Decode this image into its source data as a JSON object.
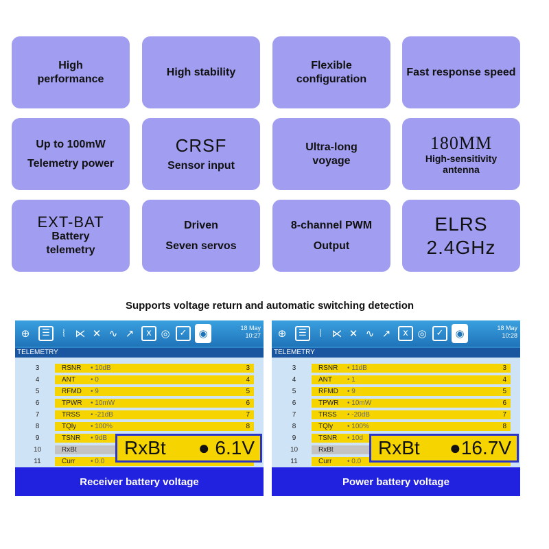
{
  "features": {
    "t1": [
      "High",
      "performance"
    ],
    "t2": [
      "High stability"
    ],
    "t3": [
      "Flexible",
      "configuration"
    ],
    "t4": [
      "Fast response speed"
    ],
    "t5": [
      "Up to 100mW",
      "Telemetry power"
    ],
    "t6": [
      "CRSF",
      "Sensor input"
    ],
    "t7": [
      "Ultra-long",
      "voyage"
    ],
    "t8": [
      "180MM",
      "High-sensitivity",
      "antenna"
    ],
    "t9": [
      "EXT-BAT",
      "Battery",
      "telemetry"
    ],
    "t10": [
      "Driven",
      "Seven servos"
    ],
    "t11": [
      "8-channel PWM",
      "Output"
    ],
    "t12": [
      "ELRS",
      "2.4GHz"
    ]
  },
  "caption": "Supports voltage return and automatic switching detection",
  "toolbar_icons": [
    "radio-icon",
    "list-icon",
    "signal-icon",
    "mixer-icon",
    "cross-icon",
    "curve-icon",
    "servo-icon",
    "x-icon",
    "globe-icon",
    "check-icon",
    "telemetry-icon"
  ],
  "screen_left": {
    "date": "18 May",
    "time": "10:27",
    "header": "TELEMETRY",
    "rows": [
      {
        "num": "3",
        "sensor": "RSNR",
        "value": "10dB",
        "rnum": "3"
      },
      {
        "num": "4",
        "sensor": "ANT",
        "value": "0",
        "rnum": "4"
      },
      {
        "num": "5",
        "sensor": "RFMD",
        "value": "9",
        "rnum": "5"
      },
      {
        "num": "6",
        "sensor": "TPWR",
        "value": "10mW",
        "rnum": "6"
      },
      {
        "num": "7",
        "sensor": "TRSS",
        "value": "-21dB",
        "rnum": "7"
      },
      {
        "num": "8",
        "sensor": "TQly",
        "value": "100%",
        "rnum": "8"
      },
      {
        "num": "9",
        "sensor": "TSNR",
        "value": "9dB",
        "rnum": "9"
      },
      {
        "num": "10",
        "sensor": "RxBt",
        "value": "",
        "rnum": ""
      },
      {
        "num": "11",
        "sensor": "Curr",
        "value": "0.0",
        "rnum": ""
      }
    ],
    "zoom_label": "RxBt",
    "zoom_value": "6.1V",
    "band_text": "Receiver battery voltage"
  },
  "screen_right": {
    "date": "18 May",
    "time": "10:28",
    "header": "TELEMETRY",
    "rows": [
      {
        "num": "3",
        "sensor": "RSNR",
        "value": "11dB",
        "rnum": "3"
      },
      {
        "num": "4",
        "sensor": "ANT",
        "value": "1",
        "rnum": "4"
      },
      {
        "num": "5",
        "sensor": "RFMD",
        "value": "9",
        "rnum": "5"
      },
      {
        "num": "6",
        "sensor": "TPWR",
        "value": "10mW",
        "rnum": "6"
      },
      {
        "num": "7",
        "sensor": "TRSS",
        "value": "-20dB",
        "rnum": "7"
      },
      {
        "num": "8",
        "sensor": "TQly",
        "value": "100%",
        "rnum": "8"
      },
      {
        "num": "9",
        "sensor": "TSNR",
        "value": "10d",
        "rnum": "9"
      },
      {
        "num": "10",
        "sensor": "RxBt",
        "value": "",
        "rnum": ""
      },
      {
        "num": "11",
        "sensor": "Curr",
        "value": "0.0",
        "rnum": ""
      }
    ],
    "zoom_label": "RxBt",
    "zoom_value": "16.7V",
    "band_text": "Power battery voltage"
  },
  "colors": {
    "tile": "#a19df0",
    "cell": "#f6d400",
    "band": "#2121e0",
    "screen": "#2d86c8"
  }
}
